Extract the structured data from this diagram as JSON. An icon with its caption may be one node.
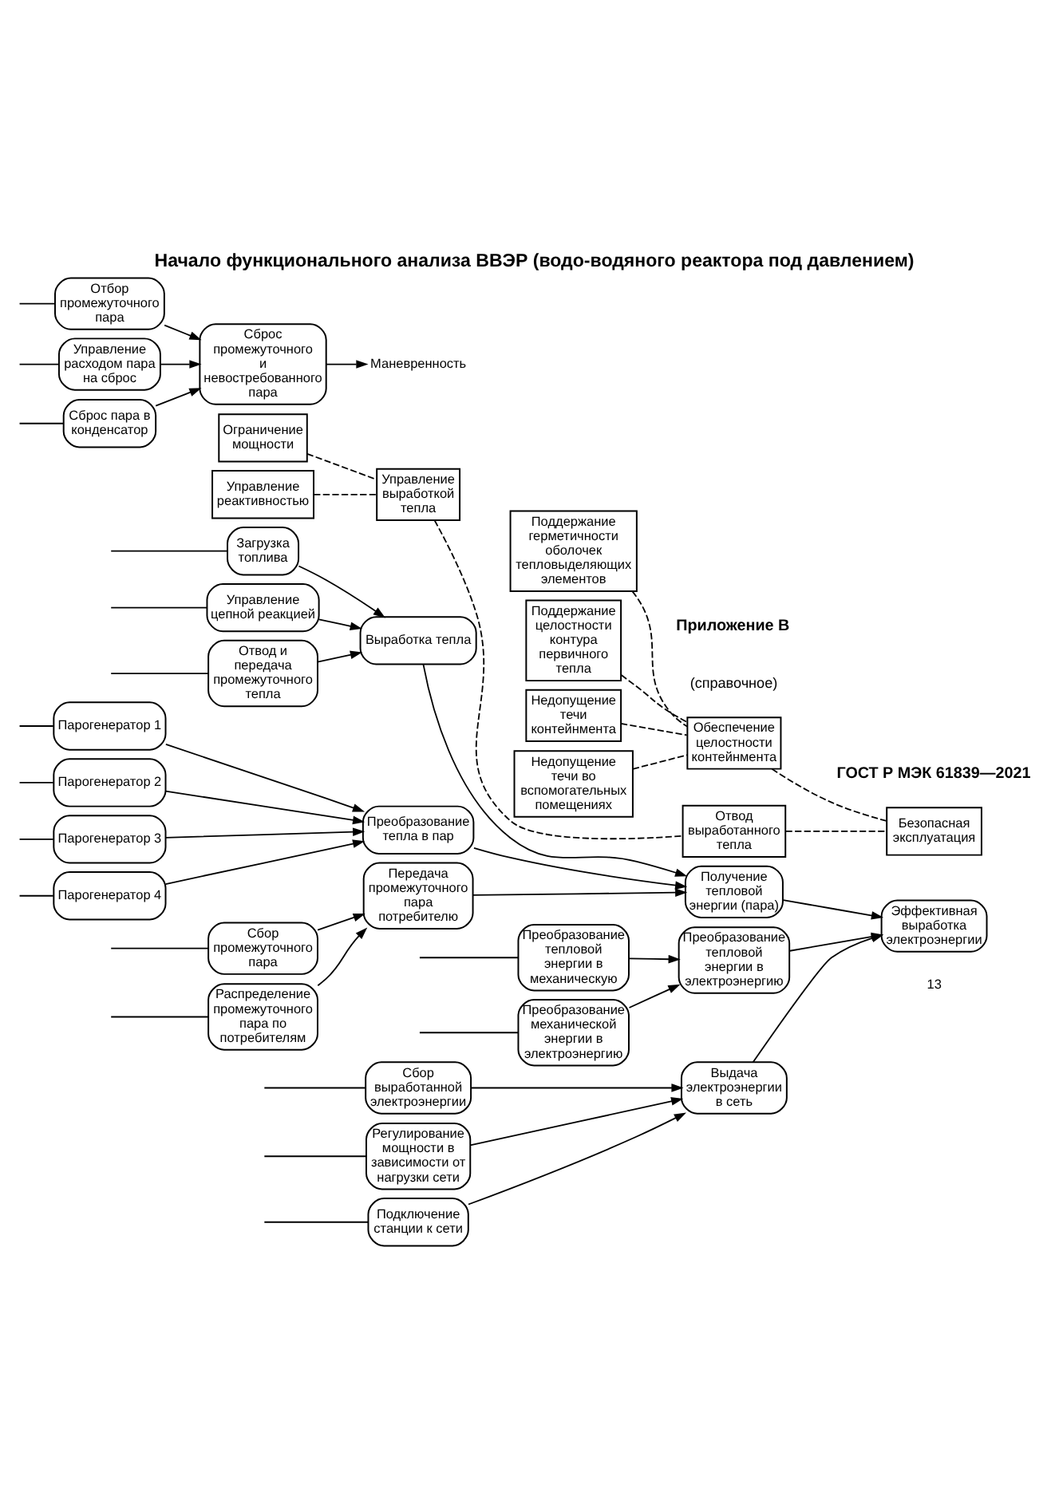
{
  "diagram": {
    "title": "Начало функционального анализа ВВЭР (водо-водяного реактора под давлением)",
    "nodes": [
      {
        "text": [
          "Безопасная эксплуатация"
        ]
      },
      {
        "text": [
          "Эффективная выработка электроэнергии"
        ]
      },
      {
        "text": [
          "Обеспечение целостности контейнмента"
        ]
      },
      {
        "text": [
          "Отвод выработанного тепла"
        ]
      },
      {
        "text": [
          "Получение тепловой энергии (пара)"
        ]
      },
      {
        "text": [
          "Преобразование тепловой энергии в электроэнергию"
        ]
      },
      {
        "text": [
          "Выдача электроэнергии в сеть"
        ]
      },
      {
        "text": [
          "Поддержание герметичности оболочек тепловыделяющих элементов"
        ]
      },
      {
        "text": [
          "Поддержание целостности контура первичного тепла"
        ]
      },
      {
        "text": [
          "Недопущение течи контейнмента"
        ]
      },
      {
        "text": [
          "Недопущение течи во вспомогательных помещениях"
        ]
      },
      {
        "text": [
          "Преобразование тепловой энергии в механическую"
        ]
      },
      {
        "text": [
          "Преобразование механической энергии в электроэнергию"
        ]
      },
      {
        "text": [
          "Управление выработкой тепла"
        ]
      },
      {
        "text": [
          "Выработка тепла"
        ]
      },
      {
        "text": [
          "Преобразование тепла в пар"
        ]
      },
      {
        "text": [
          "Передача промежуточного пара потребителю"
        ]
      },
      {
        "text": [
          "Маневренность"
        ]
      },
      {
        "text": [
          "Сбор выработанной электроэнергии"
        ]
      },
      {
        "text": [
          "Регулирование мощности в зависимости от нагрузки сети"
        ]
      },
      {
        "text": [
          "Подключение станции к сети"
        ]
      },
      {
        "text": [
          "Ограничение мощности"
        ]
      },
      {
        "text": [
          "Загрузка топлива"
        ]
      },
      {
        "text": [
          "Управление реактивностью"
        ]
      },
      {
        "text": [
          "Управление цепной реакцией"
        ]
      },
      {
        "text": [
          "Отвод и передача промежуточного тепла"
        ]
      },
      {
        "text": [
          "Сбор промежуточного пара"
        ]
      },
      {
        "text": [
          "Распределение промежуточного пара по потребителям"
        ]
      },
      {
        "text": [
          "Сброс промежуточного и невостребованного пара"
        ]
      },
      {
        "text": [
          "Парогенератор 1"
        ]
      },
      {
        "text": [
          "Парогенератор 2"
        ]
      },
      {
        "text": [
          "Парогенератор 3"
        ]
      },
      {
        "text": [
          "Парогенератор 4"
        ]
      },
      {
        "text": [
          "Отбор промежуточного пара"
        ]
      },
      {
        "text": [
          "Управление расходом пара на сброс"
        ]
      },
      {
        "text": [
          "Сброс пара в конденсатор"
        ]
      }
    ],
    "edges": [
      {
        "from": 2,
        "to": 0,
        "arrow": "none",
        "style": "dashed"
      },
      {
        "from": 3,
        "to": 0,
        "arrow": "none",
        "style": "dashed"
      },
      {
        "from": 7,
        "to": 2,
        "arrow": "none",
        "style": "dashed"
      },
      {
        "from": 8,
        "to": 2,
        "arrow": "none",
        "style": "dashed"
      },
      {
        "from": 9,
        "to": 2,
        "arrow": "none",
        "style": "dashed"
      },
      {
        "from": 10,
        "to": 2,
        "arrow": "none",
        "style": "dashed"
      },
      {
        "from": 13,
        "to": 3,
        "arrow": "none",
        "style": "dashed"
      },
      {
        "from": 21,
        "to": 13,
        "arrow": "none",
        "style": "dashed"
      },
      {
        "from": 23,
        "to": 13,
        "arrow": "none",
        "style": "dashed"
      },
      {
        "from": 4,
        "to": 1,
        "arrow": "to"
      },
      {
        "from": 5,
        "to": 1,
        "arrow": "to"
      },
      {
        "from": 6,
        "to": 1,
        "arrow": "to"
      },
      {
        "from": 11,
        "to": 5,
        "arrow": "to"
      },
      {
        "from": 12,
        "to": 5,
        "arrow": "to"
      },
      {
        "from": 14,
        "to": 4,
        "arrow": "to"
      },
      {
        "from": 15,
        "to": 4,
        "arrow": "to"
      },
      {
        "from": 16,
        "to": 4,
        "arrow": "to"
      },
      {
        "from": 18,
        "to": 6,
        "arrow": "to"
      },
      {
        "from": 19,
        "to": 6,
        "arrow": "to"
      },
      {
        "from": 20,
        "to": 6,
        "arrow": "to"
      },
      {
        "from": 22,
        "to": 14,
        "arrow": "to"
      },
      {
        "from": 24,
        "to": 14,
        "arrow": "to"
      },
      {
        "from": 25,
        "to": 14,
        "arrow": "to"
      },
      {
        "from": 26,
        "to": 16,
        "arrow": "to"
      },
      {
        "from": 27,
        "to": 16,
        "arrow": "to"
      },
      {
        "from": 28,
        "to": 17,
        "arrow": "to"
      },
      {
        "from": 29,
        "to": 15,
        "arrow": "to"
      },
      {
        "from": 30,
        "to": 15,
        "arrow": "to"
      },
      {
        "from": 31,
        "to": 15,
        "arrow": "to"
      },
      {
        "from": 32,
        "to": 15,
        "arrow": "to"
      },
      {
        "from": 33,
        "to": 28,
        "arrow": "to"
      },
      {
        "from": 34,
        "to": 28,
        "arrow": "to"
      },
      {
        "from": 35,
        "to": 28,
        "arrow": "to"
      },
      {
        "from": null,
        "to": 11,
        "arrow": "none"
      },
      {
        "from": null,
        "to": 12,
        "arrow": "none"
      },
      {
        "from": null,
        "to": 18,
        "arrow": "none"
      },
      {
        "from": null,
        "to": 19,
        "arrow": "none"
      },
      {
        "from": null,
        "to": 20,
        "arrow": "none"
      },
      {
        "from": null,
        "to": 22,
        "arrow": "none"
      },
      {
        "from": null,
        "to": 24,
        "arrow": "none"
      },
      {
        "from": null,
        "to": 25,
        "arrow": "none"
      },
      {
        "from": null,
        "to": 26,
        "arrow": "none"
      },
      {
        "from": null,
        "to": 27,
        "arrow": "none"
      },
      {
        "from": null,
        "to": 29,
        "arrow": "none"
      },
      {
        "from": null,
        "to": 30,
        "arrow": "none"
      },
      {
        "from": null,
        "to": 31,
        "arrow": "none"
      },
      {
        "from": null,
        "to": 32,
        "arrow": "none"
      },
      {
        "from": null,
        "to": 33,
        "arrow": "none"
      },
      {
        "from": null,
        "to": 34,
        "arrow": "none"
      },
      {
        "from": null,
        "to": 35,
        "arrow": "none"
      }
    ],
    "labels": [
      "ГОСТ Р МЭК 61839—2021",
      "Приложение В",
      "(справочное)",
      "13"
    ]
  }
}
